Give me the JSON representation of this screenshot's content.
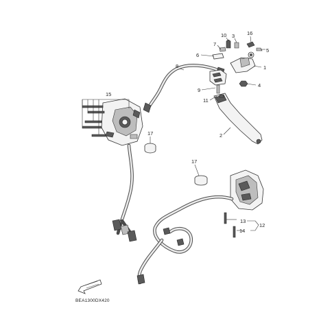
{
  "diagram": {
    "code": "BEA1300DX420",
    "callouts": [
      {
        "id": "c1",
        "label": "1"
      },
      {
        "id": "c2",
        "label": "2"
      },
      {
        "id": "c3",
        "label": "3"
      },
      {
        "id": "c4",
        "label": "4"
      },
      {
        "id": "c5",
        "label": "5"
      },
      {
        "id": "c6",
        "label": "6"
      },
      {
        "id": "c7",
        "label": "7"
      },
      {
        "id": "c8",
        "label": "8"
      },
      {
        "id": "c9",
        "label": "9"
      },
      {
        "id": "c10",
        "label": "10"
      },
      {
        "id": "c11",
        "label": "11"
      },
      {
        "id": "c12",
        "label": "12"
      },
      {
        "id": "c13",
        "label": "13"
      },
      {
        "id": "c14",
        "label": "14"
      },
      {
        "id": "c15",
        "label": "15"
      },
      {
        "id": "c16",
        "label": "16"
      },
      {
        "id": "c17a",
        "label": "17"
      },
      {
        "id": "c17b",
        "label": "17"
      }
    ]
  }
}
